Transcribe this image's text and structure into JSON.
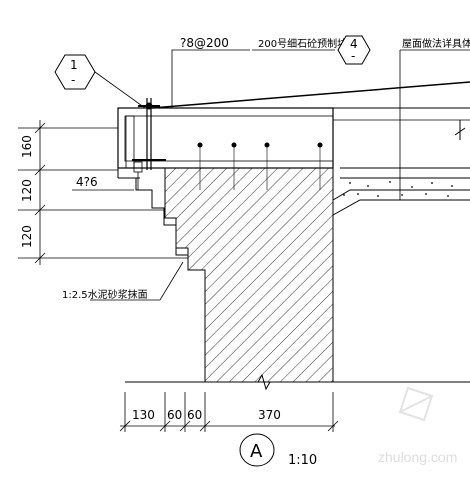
{
  "notes": {
    "rebar_top": "?8@200",
    "slab_label": "200号细石砼预制块",
    "roof_note": "屋面做法详具体工程",
    "rebar_left": "4?6",
    "plaster": "1:2.5水泥砂浆抹面"
  },
  "callouts": {
    "detail_top": "1",
    "detail_top_sub": "-",
    "detail_right": "4",
    "detail_right_sub": "-",
    "section_mark": "A",
    "scale": "1:10"
  },
  "dimensions": {
    "vertical": [
      "160",
      "120",
      "120"
    ],
    "horizontal": [
      "130",
      "60",
      "60",
      "370"
    ]
  },
  "watermark": {
    "text": "zhulong.com"
  },
  "colors": {
    "line": "#000000",
    "watermark": "#cfcfcf"
  }
}
